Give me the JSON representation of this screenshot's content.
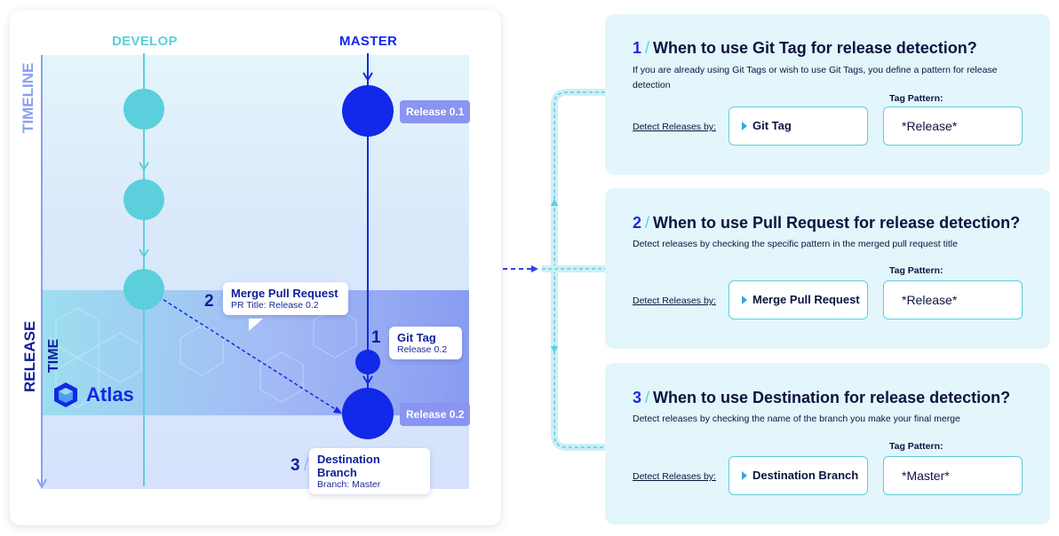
{
  "diagram": {
    "lanes": {
      "develop": "DEVELOP",
      "master": "MASTER"
    },
    "axis_labels": {
      "timeline": "TIMELINE",
      "release": "RELEASE",
      "time": "TIME"
    },
    "release_badges": [
      "Release 0.1",
      "Release 0.2"
    ],
    "callouts": [
      {
        "num": "2",
        "slash": "/",
        "title": "Merge Pull Request",
        "sub": "PR Title: Release 0.2"
      },
      {
        "num": "1",
        "slash": "/",
        "title": "Git Tag",
        "sub": "Release 0.2"
      },
      {
        "num": "3",
        "slash": "/",
        "title": "Destination Branch",
        "sub": "Branch: Master"
      }
    ],
    "logo": {
      "text": "Atlas"
    },
    "colors": {
      "develop": "#5ccfdc",
      "master": "#1129e8",
      "badge": "#8a94f1",
      "axis": "#8aa0ee"
    }
  },
  "panels": [
    {
      "num": "1",
      "slash": "/",
      "title": "When to use Git Tag for release detection?",
      "desc": "If you are already using Git Tags or wish to use Git Tags, you define a pattern for release detection",
      "detect_label": "Detect Releases by:",
      "tag_pattern_label": "Tag Pattern:",
      "method": "Git Tag",
      "pattern": "*Release*"
    },
    {
      "num": "2",
      "slash": "/",
      "title": "When to use Pull Request for release detection?",
      "desc": "Detect releases by checking the specific pattern in the merged pull request title",
      "detect_label": "Detect Releases by:",
      "tag_pattern_label": "Tag Pattern:",
      "method": "Merge Pull Request",
      "pattern": "*Release*"
    },
    {
      "num": "3",
      "slash": "/",
      "title": "When to use Destination for release detection?",
      "desc": "Detect releases by checking the name of the branch you make your final merge",
      "detect_label": "Detect Releases by:",
      "tag_pattern_label": "Tag Pattern:",
      "method": "Destination Branch",
      "pattern": "*Master*"
    }
  ]
}
